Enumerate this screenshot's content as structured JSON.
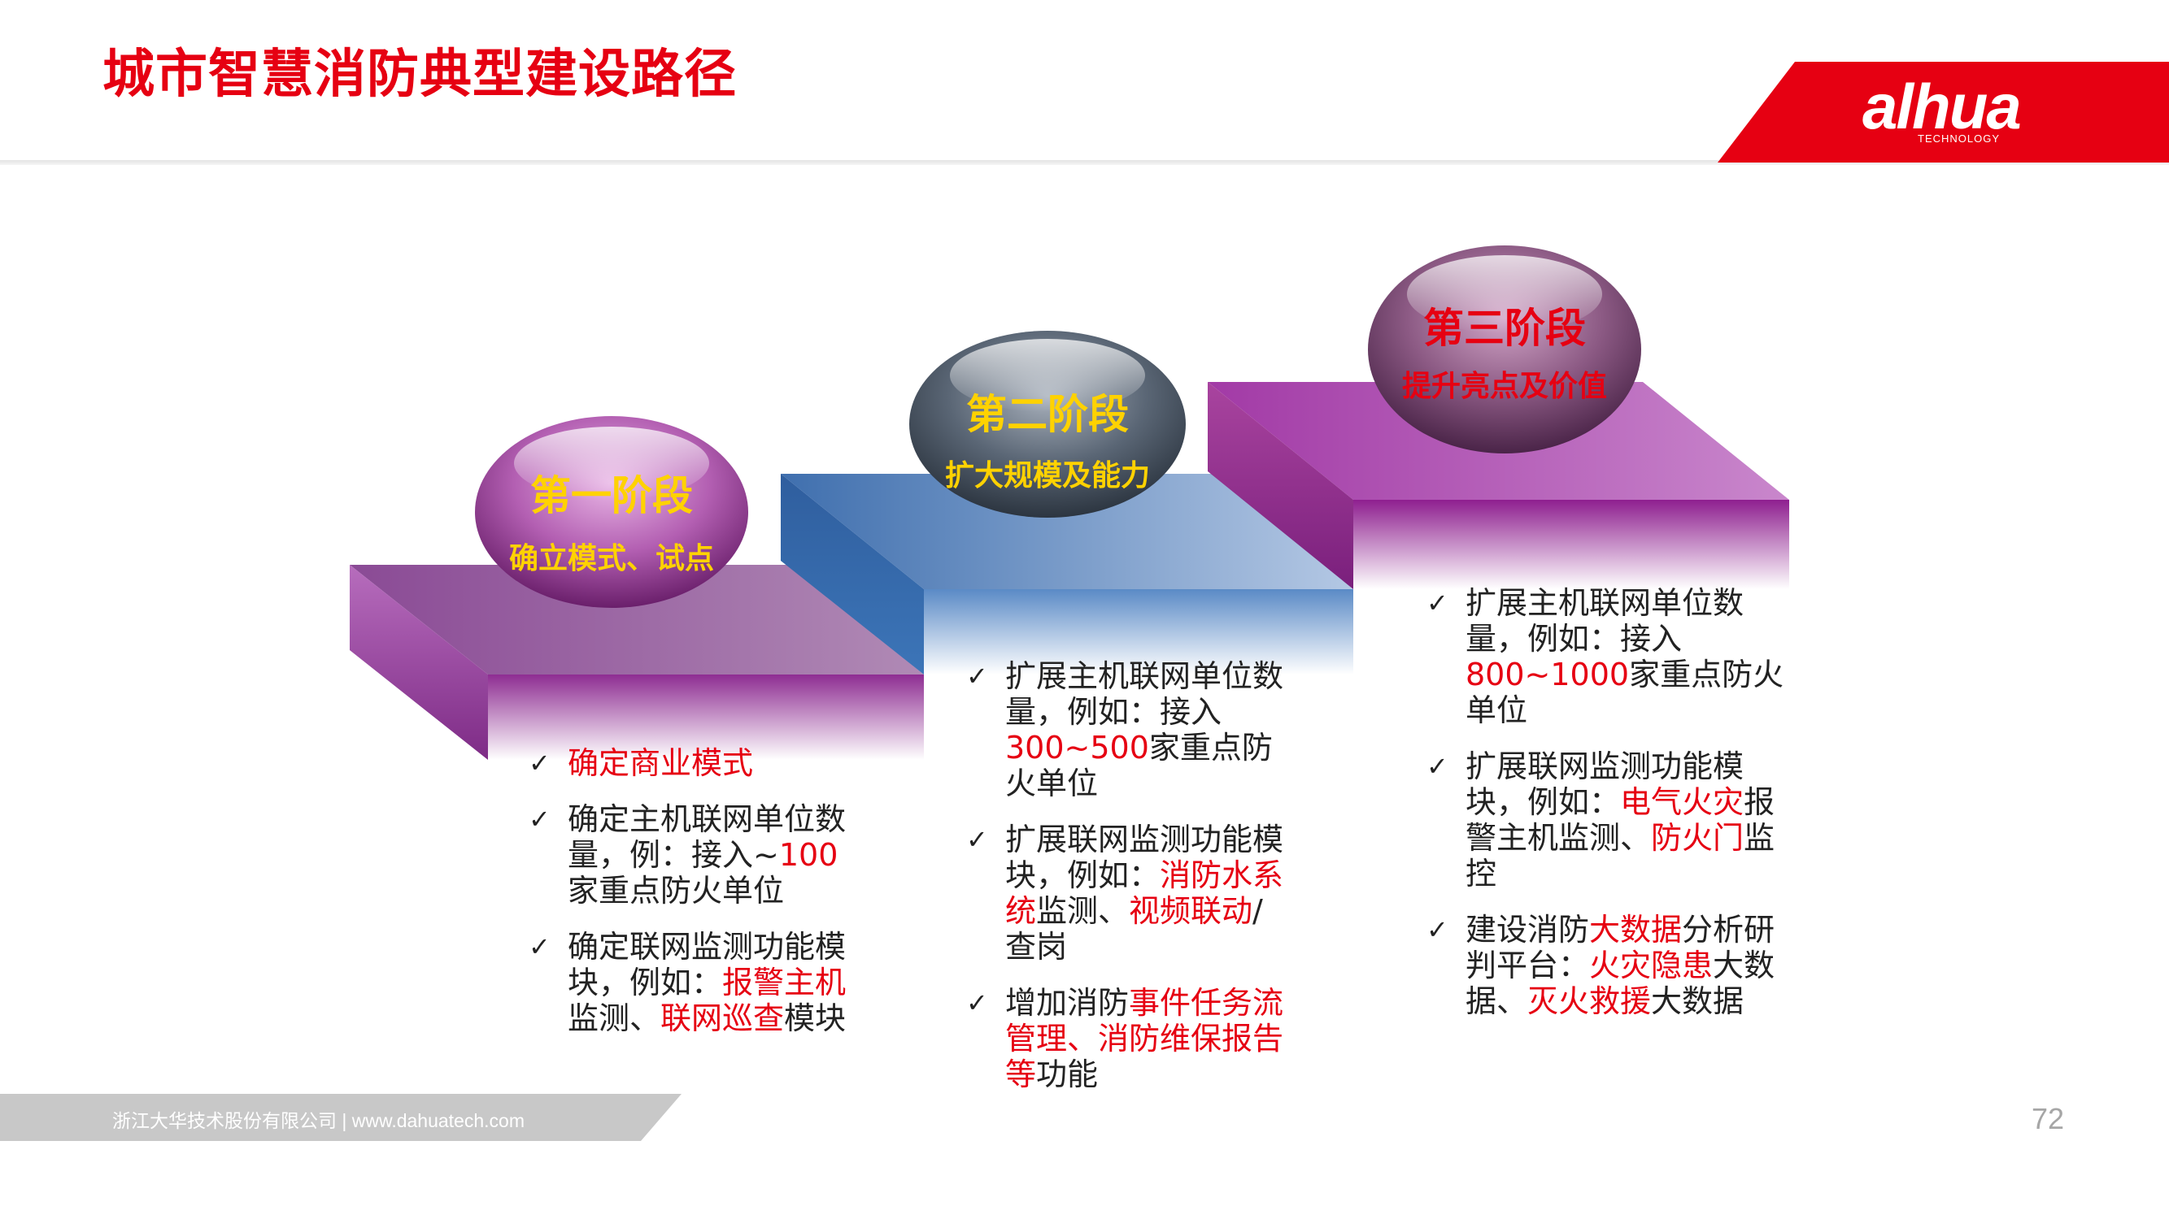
{
  "slide": {
    "title": "城市智慧消防典型建设路径",
    "page_number": "72"
  },
  "logo": {
    "text": "alhua",
    "sub": "TECHNOLOGY"
  },
  "footer": {
    "text": "浙江大华技术股份有限公司 | www.dahuatech.com"
  },
  "colors": {
    "accent": "#e60012",
    "stage1": "#9b3fa0",
    "stage2": "#4f81bd",
    "stage3": "#8e1f8f",
    "orb_title": "#ffd200"
  },
  "stages": [
    {
      "title": "第一阶段",
      "subtitle": "确立模式、试点",
      "items": [
        [
          {
            "t": "确定商业模式",
            "hl": true
          }
        ],
        [
          {
            "t": "确定主机联网单位数量，例：接入~"
          },
          {
            "t": "100",
            "hl": true
          },
          {
            "t": "家重点防火单位"
          }
        ],
        [
          {
            "t": "确定联网监测功能模块，例如："
          },
          {
            "t": "报警主机",
            "hl": true
          },
          {
            "t": "监测、"
          },
          {
            "t": "联网巡查",
            "hl": true
          },
          {
            "t": "模块"
          }
        ]
      ]
    },
    {
      "title": "第二阶段",
      "subtitle": "扩大规模及能力",
      "items": [
        [
          {
            "t": "扩展主机联网单位数量，例如：接入"
          },
          {
            "t": "300~500",
            "hl": true
          },
          {
            "t": "家重点防火单位"
          }
        ],
        [
          {
            "t": "扩展联网监测功能模块，例如："
          },
          {
            "t": "消防水系统",
            "hl": true
          },
          {
            "t": "监测、"
          },
          {
            "t": "视频联动",
            "hl": true
          },
          {
            "t": "/查岗"
          }
        ],
        [
          {
            "t": "增加消防"
          },
          {
            "t": "事件任务流管理、消防维保报告等",
            "hl": true
          },
          {
            "t": "功能"
          }
        ]
      ]
    },
    {
      "title": "第三阶段",
      "subtitle": "提升亮点及价值",
      "items": [
        [
          {
            "t": "扩展主机联网单位数量，例如：接入"
          },
          {
            "t": "800~1000",
            "hl": true
          },
          {
            "t": "家重点防火单位"
          }
        ],
        [
          {
            "t": "扩展联网监测功能模块，例如："
          },
          {
            "t": "电气火灾",
            "hl": true
          },
          {
            "t": "报警主机监测、"
          },
          {
            "t": "防火门",
            "hl": true
          },
          {
            "t": "监控"
          }
        ],
        [
          {
            "t": "建设消防"
          },
          {
            "t": "大数据",
            "hl": true
          },
          {
            "t": "分析研判平台："
          },
          {
            "t": "火灾隐患",
            "hl": true
          },
          {
            "t": "大数据、"
          },
          {
            "t": "灭火救援",
            "hl": true
          },
          {
            "t": "大数据"
          }
        ]
      ]
    }
  ]
}
